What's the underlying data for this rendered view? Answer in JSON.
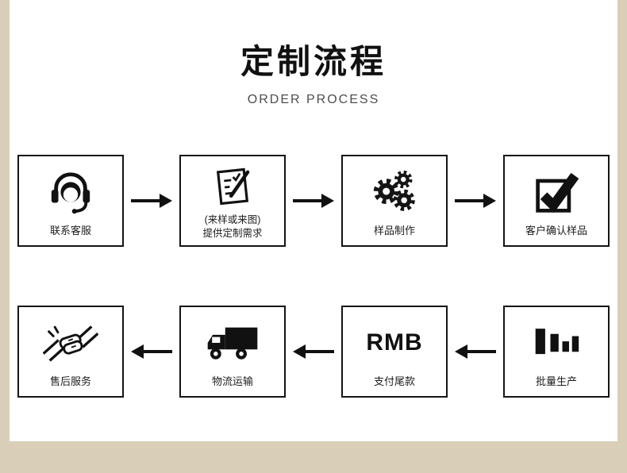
{
  "title": "定制流程",
  "subtitle": "ORDER PROCESS",
  "rows": [
    {
      "direction": "right",
      "steps": [
        {
          "icon": "headset-icon",
          "label": "联系客服"
        },
        {
          "icon": "document-pen-icon",
          "label_line1": "(来样或来图)",
          "label_line2": "提供定制需求"
        },
        {
          "icon": "gears-icon",
          "label": "样品制作"
        },
        {
          "icon": "checkbox-check-icon",
          "label": "客户确认样品"
        }
      ]
    },
    {
      "direction": "left",
      "steps": [
        {
          "icon": "handshake-icon",
          "label": "售后服务"
        },
        {
          "icon": "truck-icon",
          "label": "物流运输"
        },
        {
          "icon": "rmb-text-icon",
          "icon_text": "RMB",
          "label": "支付尾款"
        },
        {
          "icon": "bars-icon",
          "label": "批量生产"
        }
      ]
    }
  ],
  "colors": {
    "border_tan": "#d9cfb8",
    "ink": "#111111"
  }
}
